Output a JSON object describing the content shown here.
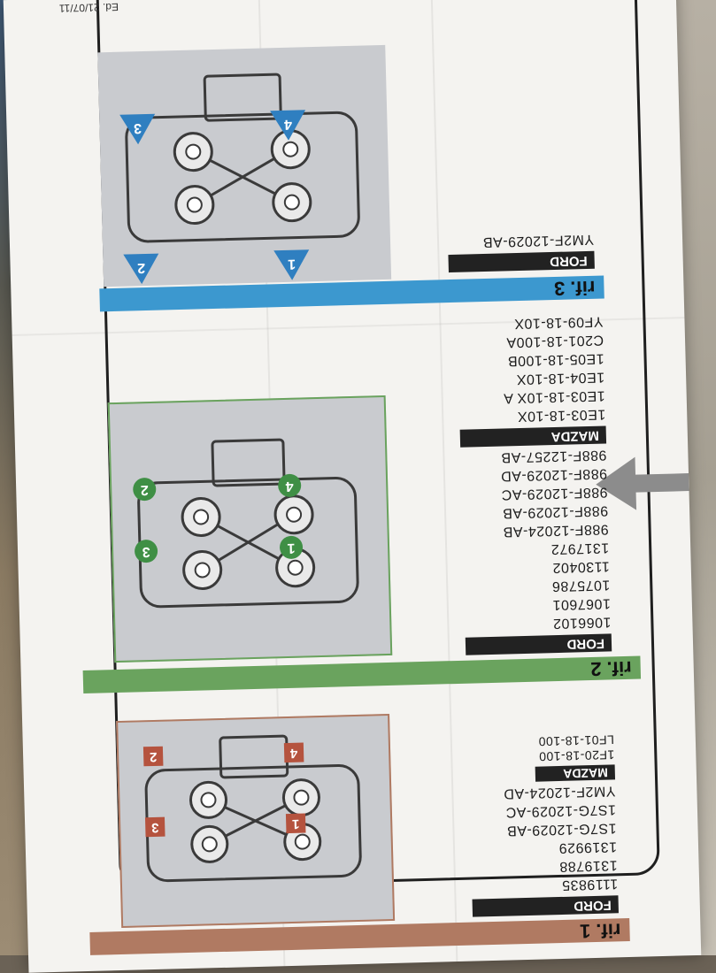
{
  "edition": "Ed. 21/07/11",
  "colors": {
    "rif1": "#b07a62",
    "rif2": "#6aa35e",
    "rif3": "#3c98cf",
    "brand_bar": "#222222",
    "diagram_bg": "#c9cbcf"
  },
  "sections": [
    {
      "rif_label": "rif. 1",
      "marker_shape": "square",
      "markers": [
        "1",
        "2",
        "3",
        "4"
      ],
      "groups": [
        {
          "brand": "FORD",
          "parts": [
            "1119835",
            "1319788",
            "1319929",
            "1S7G-12029-AB",
            "1S7G-12029-AC",
            "YM2F-12024-AD"
          ]
        },
        {
          "brand": "MAZDA",
          "parts": [
            "1F20-18-100",
            "LF01-18-100"
          ]
        }
      ]
    },
    {
      "rif_label": "rif. 2",
      "marker_shape": "circle",
      "markers": [
        "1",
        "2",
        "3",
        "4"
      ],
      "groups": [
        {
          "brand": "FORD",
          "parts": [
            "1066102",
            "1067601",
            "1075786",
            "1130402",
            "1317972",
            "988F-12024-AB",
            "988F-12029-AB",
            "988F-12029-AC",
            "988F-12029-AD",
            "988F-12257-AB"
          ]
        },
        {
          "brand": "MAZDA",
          "parts": [
            "1E03-18-10X",
            "1E03-18-10X A",
            "1E04-18-10X",
            "1E05-18-100B",
            "C201-18-100A",
            "YF09-18-10X"
          ]
        }
      ]
    },
    {
      "rif_label": "rif. 3",
      "marker_shape": "triangle",
      "markers": [
        "1",
        "2",
        "3",
        "4"
      ],
      "groups": [
        {
          "brand": "FORD",
          "parts": [
            "YM2F-12029-AB"
          ]
        }
      ]
    }
  ],
  "icons": {
    "direction_arrow": "arrow-left-icon"
  }
}
